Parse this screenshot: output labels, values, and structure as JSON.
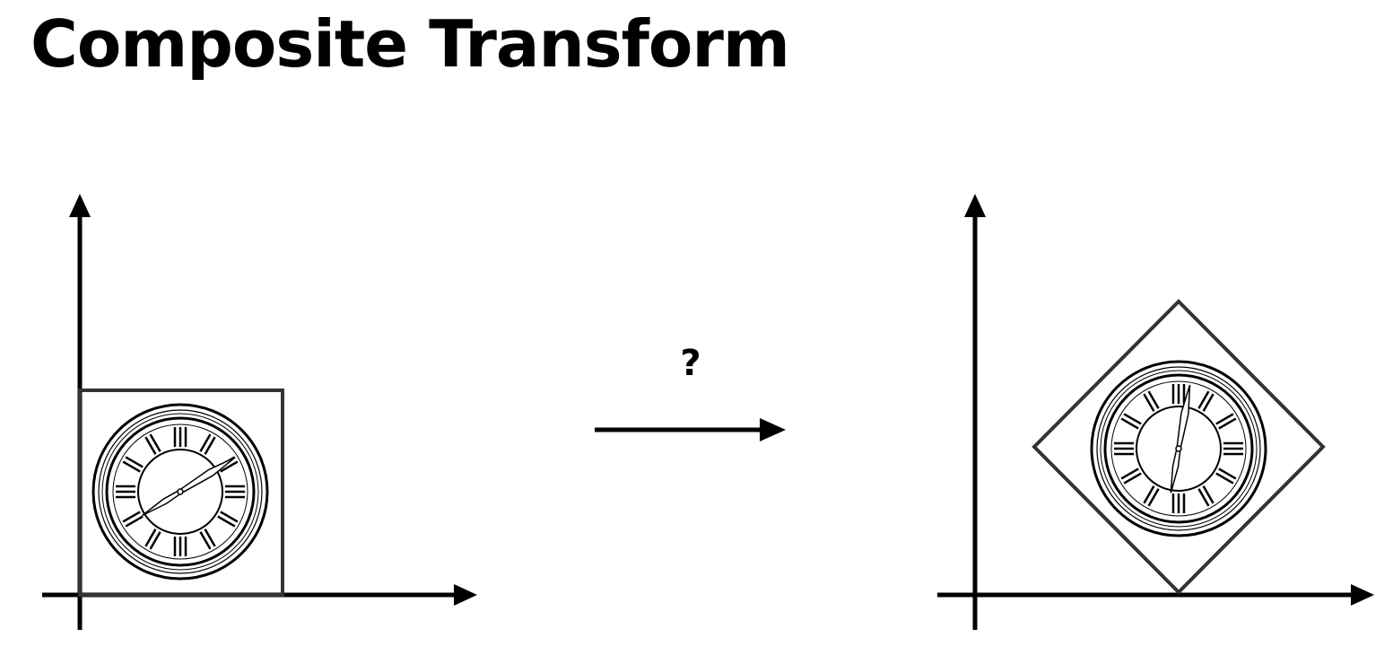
{
  "title": "Composite Transform",
  "transform_label": "?",
  "colors": {
    "ink": "#000000",
    "box": "#333333",
    "background": "#ffffff"
  },
  "source_clock": {
    "hour_hand_angle_deg": 58,
    "minute_hand_angle_deg": 58
  },
  "target_clock": {
    "hour_hand_angle_deg": 10,
    "minute_hand_angle_deg": 10,
    "box_rotation_deg": 45
  }
}
